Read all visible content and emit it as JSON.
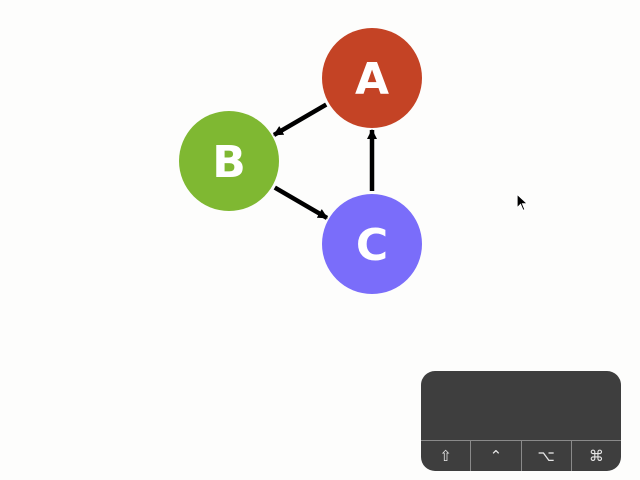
{
  "diagram": {
    "nodes": [
      {
        "id": "A",
        "label": "A",
        "color": "#c44325"
      },
      {
        "id": "B",
        "label": "B",
        "color": "#7fb832"
      },
      {
        "id": "C",
        "label": "C",
        "color": "#7a6dfa"
      }
    ],
    "edges": [
      {
        "from": "A",
        "to": "B"
      },
      {
        "from": "B",
        "to": "C"
      },
      {
        "from": "C",
        "to": "A"
      }
    ],
    "edge_color": "#000000"
  },
  "keypad": {
    "background": "#3e3e3e",
    "keys": [
      {
        "name": "shift",
        "glyph": "⇧"
      },
      {
        "name": "control",
        "glyph": "⌃"
      },
      {
        "name": "option",
        "glyph": "⌥"
      },
      {
        "name": "command",
        "glyph": "⌘"
      }
    ]
  }
}
